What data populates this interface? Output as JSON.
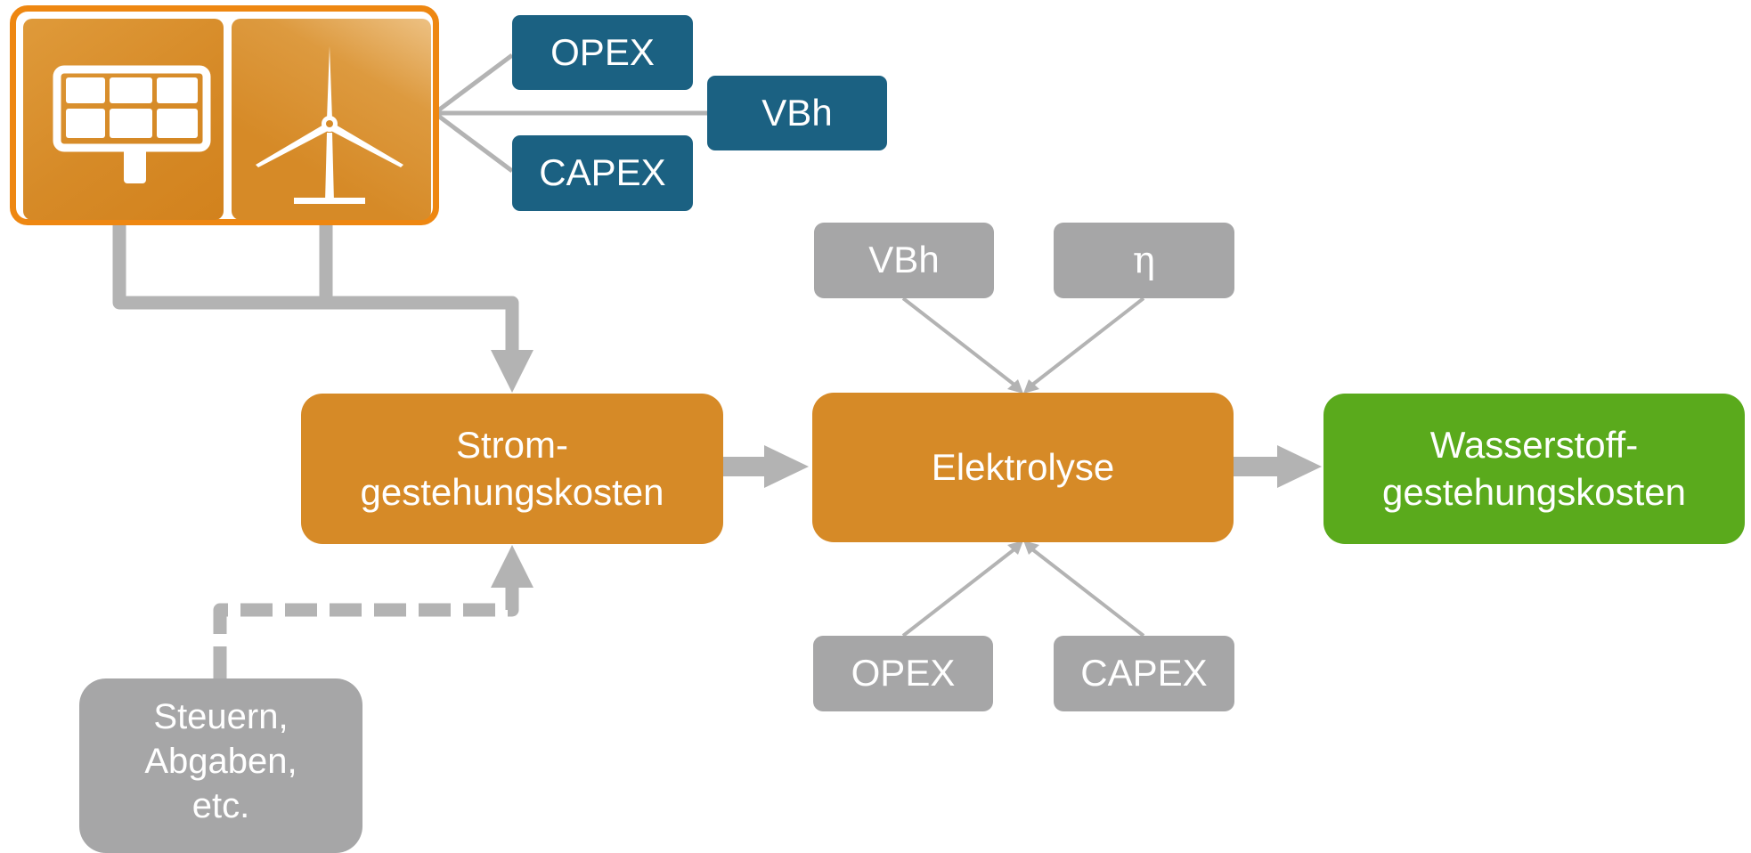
{
  "sources": {
    "solar_icon": "solar-panel-icon",
    "wind_icon": "wind-turbine-icon",
    "frame_color": "#ee8711"
  },
  "source_params": {
    "opex": "OPEX",
    "vbh": "VBh",
    "capex": "CAPEX"
  },
  "electrolysis_params": {
    "vbh": "VBh",
    "eta": "η",
    "opex": "OPEX",
    "capex": "CAPEX"
  },
  "process": {
    "electricity_cost": "Strom-\ngestehungskosten",
    "electrolysis": "Elektrolyse",
    "hydrogen_cost": "Wasserstoff-\ngestehungskosten"
  },
  "taxes": "Steuern,\nAbgaben,\netc.",
  "colors": {
    "orange": "#d68a27",
    "navy": "#1b6182",
    "gray": "#a6a6a7",
    "green": "#5aaa1c",
    "connector": "#b3b3b3"
  }
}
